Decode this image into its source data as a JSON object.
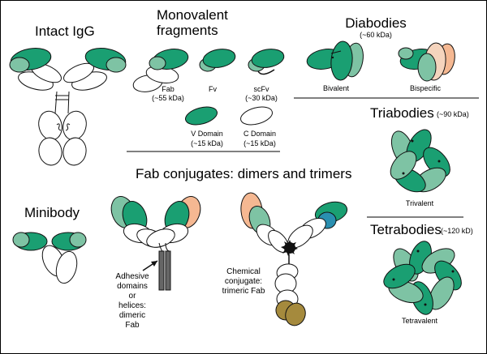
{
  "colors": {
    "v_domain": "#1a9f72",
    "v_domain_light": "#7ec3a4",
    "c_domain": "#ffffff",
    "bispecific": "#f5b892",
    "conjugate_trimer": "#a58a3d",
    "outline": "#111111",
    "linker_gray": "#666666"
  },
  "sections": {
    "intact": {
      "title": "Intact IgG"
    },
    "monovalent": {
      "title_line1": "Monovalent",
      "title_line2": "fragments",
      "items": [
        {
          "name": "Fab",
          "size": "(~55 kDa)"
        },
        {
          "name": "Fv",
          "size": ""
        },
        {
          "name": "scFv",
          "size": "(~30 kDa)"
        }
      ],
      "legend": [
        {
          "name": "V Domain",
          "size": "(~15 kDa)"
        },
        {
          "name": "C Domain",
          "size": "(~15 kDa)"
        }
      ]
    },
    "diabodies": {
      "title": "Diabodies",
      "size": "(~60 kDa)",
      "items": [
        "Bivalent",
        "Bispecific"
      ]
    },
    "triabodies": {
      "title": "Triabodies",
      "size": "(~90 kDa)",
      "item": "Trivalent"
    },
    "tetrabodies": {
      "title": "Tetrabodies",
      "size": "(~120 kD)",
      "item": "Tetravalent"
    },
    "fab_conjugates": {
      "title": "Fab conjugates:  dimers and trimers",
      "adhesive": [
        "Adhesive",
        "domains",
        "or",
        "helices:",
        "dimeric",
        "Fab"
      ],
      "chemical": [
        "Chemical",
        "conjugate:",
        "trimeric Fab"
      ]
    },
    "minibody": {
      "title": "Minibody"
    }
  }
}
